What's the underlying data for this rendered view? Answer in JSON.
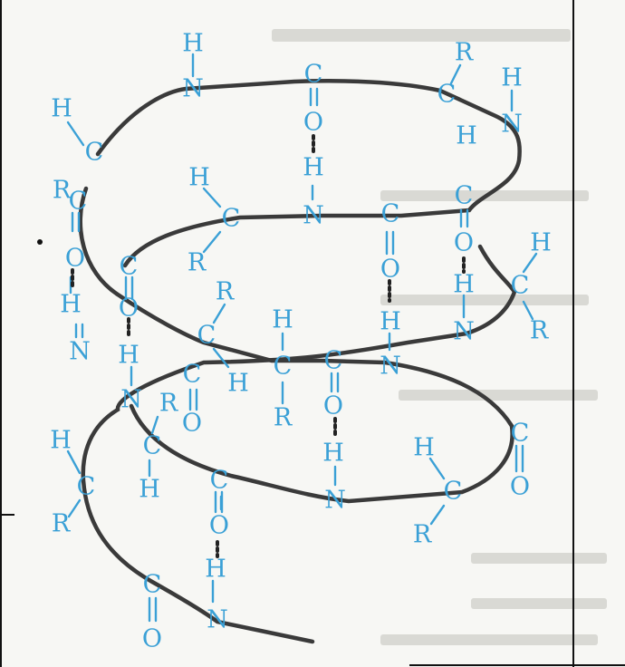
{
  "colors": {
    "atom": "#3aa0d6",
    "backbone": "#3a3a3a",
    "hbond": "#222222",
    "paper": "#f7f7f4"
  },
  "atoms": {
    "H": "H",
    "N": "N",
    "C": "C",
    "O": "O",
    "R": "R"
  }
}
